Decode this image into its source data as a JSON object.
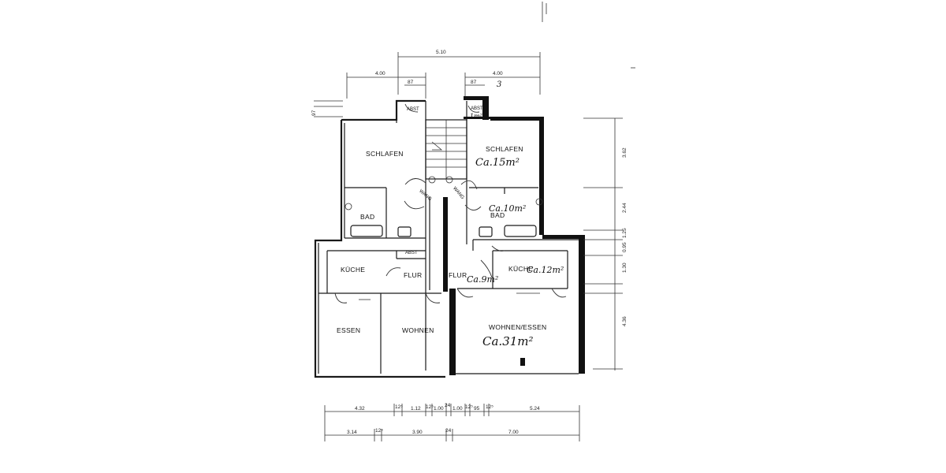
{
  "plan": {
    "rooms": {
      "schlafen_left": "SCHLAFEN",
      "schlafen_right": "SCHLAFEN",
      "bad_left": "BAD",
      "bad_right": "BAD",
      "kueche_left": "KÜCHE",
      "kueche_right": "KÜCHE",
      "flur_left": "FLUR",
      "flur_right": "FLUR",
      "essen": "ESSEN",
      "wohnen": "WOHNEN",
      "wohnen_essen": "WOHNEN/ESSEN",
      "abst_top_left": "ABST",
      "abst_top_right": "ABST",
      "abst_mid": "ABST"
    },
    "handwritten": {
      "area_schlafen": "Ca.15m²",
      "area_bad": "Ca.10m²",
      "area_kueche": "Ca.12m²",
      "area_flur": "Ca.9m²",
      "area_wohnen": "Ca.31m²",
      "area_abst": "1m²",
      "mark": "3"
    },
    "stairs_labels": {
      "left": "WANG",
      "right": "WANG"
    },
    "top_dims": {
      "overall": "5.10",
      "left": "4.00",
      "right": "4.00",
      "small_left": "87",
      "small_right": "87",
      "edge": "97"
    },
    "right_dims": [
      "3.62",
      "2.44",
      "1.25",
      "0.95",
      "1.30",
      "4.36"
    ],
    "bottom_dims_row1": [
      "4.32",
      "12⁵",
      "1.12",
      "12⁵",
      "1.00",
      "24",
      "1.00",
      "12⁵",
      "95",
      "12⁵",
      "5.24"
    ],
    "bottom_dims_row2": [
      "3.14",
      "12⁵",
      "3.90",
      "24",
      "7.00"
    ]
  }
}
